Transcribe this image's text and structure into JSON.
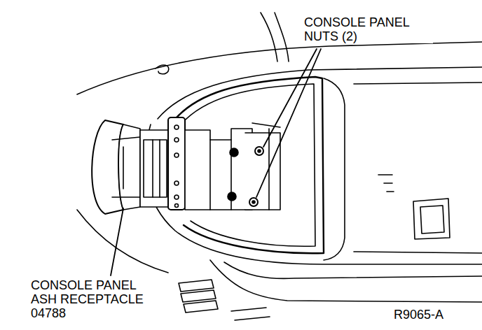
{
  "diagram": {
    "labels": [
      "CONSOLE PANEL NUTS (2)",
      "CONSOLE PANEL ASH RECEPTACLE 04788",
      "R9065-A"
    ]
  }
}
